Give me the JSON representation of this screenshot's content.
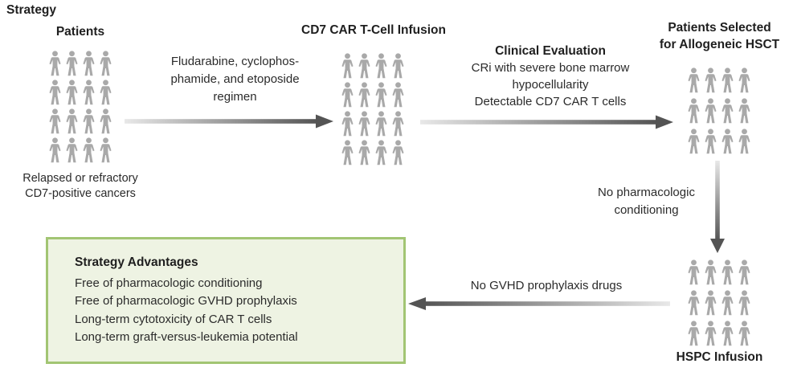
{
  "title": "Strategy",
  "colors": {
    "text": "#2b2b2b",
    "heading": "#1f1f1f",
    "icon": "#a9a9a9",
    "arrow_dark": "#545454",
    "arrow_light": "#e8e8e8",
    "box_border": "#a2c573",
    "box_fill": "#eef3e3"
  },
  "groups": {
    "patients": {
      "label": "Patients",
      "rows": 4,
      "cols": 4,
      "caption": "Relapsed or refractory\nCD7-positive cancers"
    },
    "car_t": {
      "label": "CD7 CAR T-Cell Infusion",
      "rows": 4,
      "cols": 4
    },
    "hsct": {
      "label": "Patients Selected\nfor Allogeneic HSCT",
      "rows": 3,
      "cols": 4
    },
    "hspc": {
      "label": "HSPC Infusion",
      "rows": 3,
      "cols": 4
    }
  },
  "arrows": {
    "regimen": {
      "label": "Fludarabine, cyclophos-\nphamide, and etoposide\nregimen"
    },
    "evaluation": {
      "title": "Clinical Evaluation",
      "lines": "CRi with severe bone marrow\nhypocellularity\nDetectable CD7 CAR T cells"
    },
    "conditioning": {
      "label": "No pharmacologic\nconditioning"
    },
    "gvhd": {
      "label": "No GVHD prophylaxis drugs"
    }
  },
  "advantages_box": {
    "title": "Strategy Advantages",
    "items": [
      "Free of pharmacologic conditioning",
      "Free of pharmacologic GVHD prophylaxis",
      "Long-term cytotoxicity of CAR T cells",
      "Long-term graft-versus-leukemia potential"
    ]
  }
}
